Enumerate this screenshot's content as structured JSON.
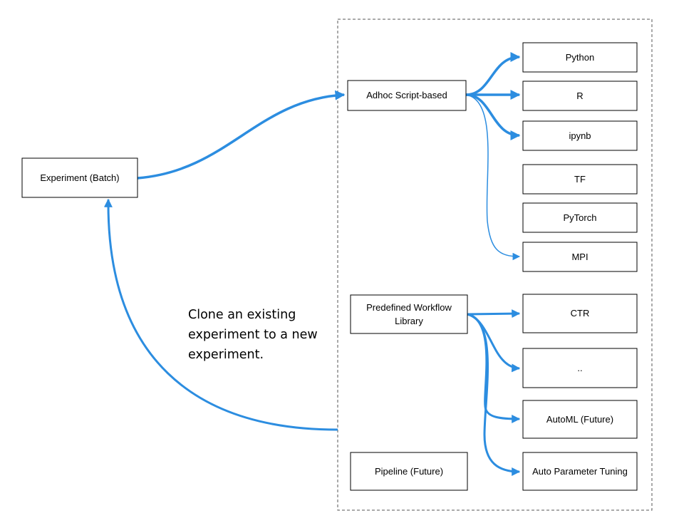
{
  "diagram": {
    "nodes": {
      "experiment": "Experiment (Batch)",
      "adhoc": "Adhoc Script-based",
      "predefined": [
        "Predefined Workflow",
        "Library"
      ],
      "pipeline": "Pipeline (Future)",
      "python": "Python",
      "r": "R",
      "ipynb": "ipynb",
      "tf": "TF",
      "pytorch": "PyTorch",
      "mpi": "MPI",
      "ctr": "CTR",
      "dots": "..",
      "automl": "AutoML (Future)",
      "autoparam": "Auto Parameter Tuning"
    },
    "caption": [
      "Clone an existing",
      "experiment to a new",
      "experiment."
    ],
    "edge_color": "#2c8de0"
  }
}
